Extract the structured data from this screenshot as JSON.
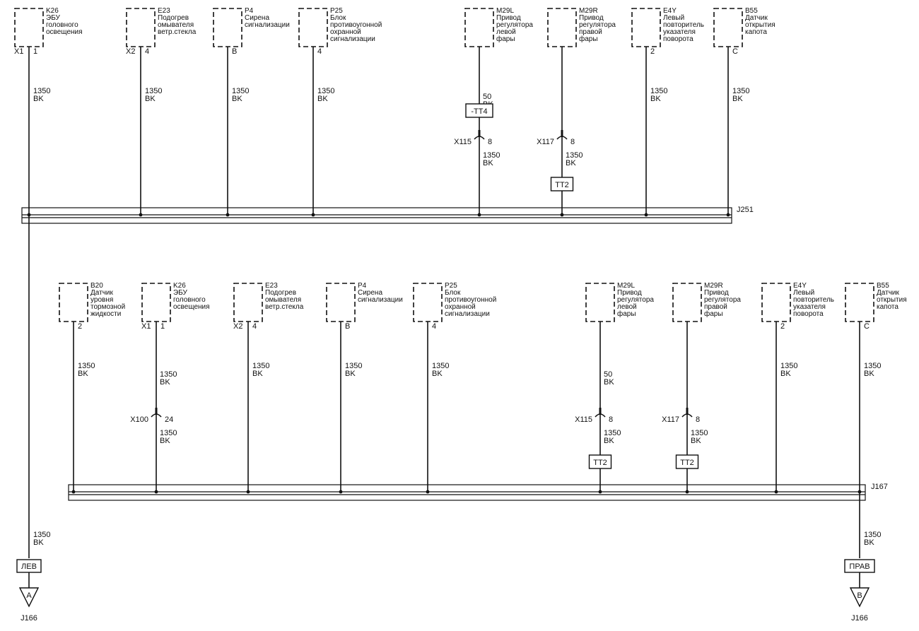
{
  "components_top": [
    {
      "code": "K26",
      "desc": [
        "ЭБУ",
        "головного",
        "освещения"
      ],
      "conn": "X1",
      "pin": "1",
      "wire": [
        "1350",
        "BK"
      ]
    },
    {
      "code": "E23",
      "desc": [
        "Подогрев",
        "омывателя",
        "ветр.стекла"
      ],
      "conn": "X2",
      "pin": "4",
      "wire": [
        "1350",
        "BK"
      ]
    },
    {
      "code": "P4",
      "desc": [
        "Сирена",
        "сигнализации"
      ],
      "conn": "",
      "pin": "B",
      "wire": [
        "1350",
        "BK"
      ]
    },
    {
      "code": "P25",
      "desc": [
        "Блок",
        "противоугонной",
        "охранной",
        "сигнализации"
      ],
      "conn": "",
      "pin": "4",
      "wire": [
        "1350",
        "BK"
      ]
    },
    {
      "code": "M29L",
      "desc": [
        "Привод",
        "регулятора",
        "левой",
        "фары"
      ],
      "conn": "",
      "pin": "",
      "wire": [
        "50",
        "BK"
      ],
      "tag": "-TT4",
      "inline": {
        "conn": "X115",
        "pin": "8",
        "wire": [
          "1350",
          "BK"
        ]
      }
    },
    {
      "code": "M29R",
      "desc": [
        "Привод",
        "регулятора",
        "правой",
        "фары"
      ],
      "conn": "",
      "pin": "",
      "wire": [],
      "inline": {
        "conn": "X117",
        "pin": "8",
        "wire": [
          "1350",
          "BK"
        ]
      },
      "tag": "TT2"
    },
    {
      "code": "E4Y",
      "desc": [
        "Левый",
        "повторитель",
        "указателя",
        "поворота"
      ],
      "conn": "",
      "pin": "2",
      "wire": [
        "1350",
        "BK"
      ]
    },
    {
      "code": "B55",
      "desc": [
        "Датчик",
        "открытия",
        "капота"
      ],
      "conn": "",
      "pin": "C",
      "wire": [
        "1350",
        "BK"
      ]
    }
  ],
  "components_bottom": [
    {
      "code": "B20",
      "desc": [
        "Датчик",
        "уровня",
        "тормозной",
        "жидкости"
      ],
      "conn": "",
      "pin": "2",
      "wire": [
        "1350",
        "BK"
      ]
    },
    {
      "code": "K26",
      "desc": [
        "ЭБУ",
        "головного",
        "освещения"
      ],
      "conn": "X1",
      "pin": "1",
      "wire": [
        "1350",
        "BK"
      ],
      "inline": {
        "conn": "X100",
        "pin": "24",
        "wire": [
          "1350",
          "BK"
        ]
      }
    },
    {
      "code": "E23",
      "desc": [
        "Подогрев",
        "омывателя",
        "ветр.стекла"
      ],
      "conn": "X2",
      "pin": "4",
      "wire": [
        "1350",
        "BK"
      ]
    },
    {
      "code": "P4",
      "desc": [
        "Сирена",
        "сигнализации"
      ],
      "conn": "",
      "pin": "B",
      "wire": [
        "1350",
        "BK"
      ]
    },
    {
      "code": "P25",
      "desc": [
        "Блок",
        "противоугонной",
        "охранной",
        "сигнализации"
      ],
      "conn": "",
      "pin": "4",
      "wire": [
        "1350",
        "BK"
      ]
    },
    {
      "code": "M29L",
      "desc": [
        "Привод",
        "регулятора",
        "левой",
        "фары"
      ],
      "conn": "",
      "pin": "",
      "wire": [
        "50",
        "BK"
      ],
      "inline": {
        "conn": "X115",
        "pin": "8",
        "wire": [
          "1350",
          "BK"
        ]
      },
      "tag": "TT2"
    },
    {
      "code": "M29R",
      "desc": [
        "Привод",
        "регулятора",
        "правой",
        "фары"
      ],
      "conn": "",
      "pin": "",
      "wire": [],
      "inline": {
        "conn": "X117",
        "pin": "8",
        "wire": [
          "1350",
          "BK"
        ]
      },
      "tag": "TT2"
    },
    {
      "code": "E4Y",
      "desc": [
        "Левый",
        "повторитель",
        "указателя",
        "поворота"
      ],
      "conn": "",
      "pin": "2",
      "wire": [
        "1350",
        "BK"
      ]
    },
    {
      "code": "B55",
      "desc": [
        "Датчик",
        "открытия",
        "капота"
      ],
      "conn": "",
      "pin": "C",
      "wire": [
        "1350",
        "BK"
      ]
    }
  ],
  "splices": {
    "top": "J251",
    "bottom": "J167"
  },
  "outputs": {
    "left": {
      "wire": [
        "1350",
        "BK"
      ],
      "tag": "ЛЕВ",
      "letter": "A",
      "ref": "J166"
    },
    "right": {
      "wire": [
        "1350",
        "BK"
      ],
      "tag": "ПРАВ",
      "letter": "B",
      "ref": "J166"
    }
  }
}
